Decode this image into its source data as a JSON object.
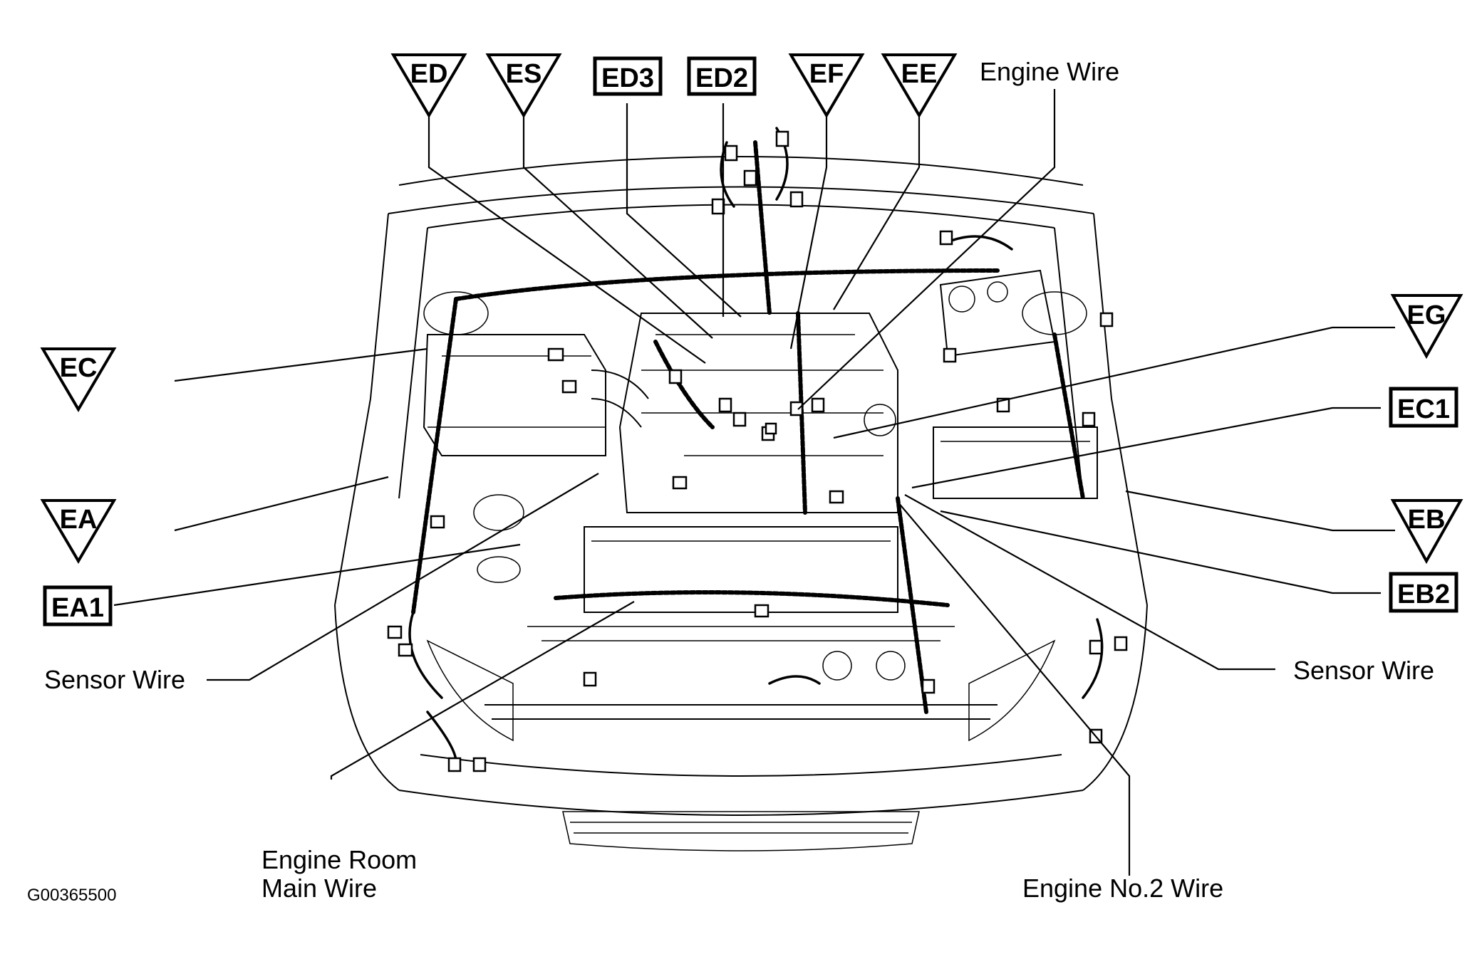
{
  "figure_id": "G00365500",
  "triangle_codes": [
    "ED",
    "ES",
    "EF",
    "EE",
    "EG",
    "EC",
    "EA",
    "EB"
  ],
  "box_codes": [
    "ED3",
    "ED2",
    "EC1",
    "EA1",
    "EB2"
  ],
  "wire_labels": {
    "engine_wire": "Engine Wire",
    "sensor_wire_left": "Sensor Wire",
    "sensor_wire_right": "Sensor Wire",
    "engine_room_main_wire_line1": "Engine Room",
    "engine_room_main_wire_line2": "Main Wire",
    "engine_no2_wire": "Engine No.2 Wire"
  }
}
